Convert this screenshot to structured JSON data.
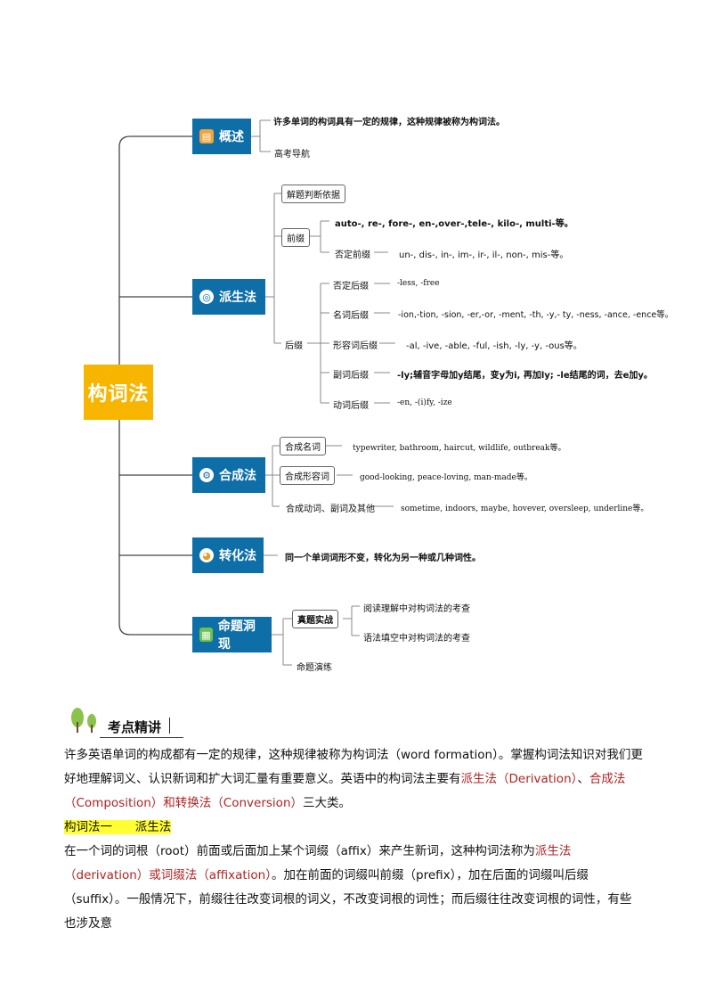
{
  "mindmap": {
    "root": "构词法",
    "overview": {
      "label": "概述",
      "items": [
        "许多单词的构词具有一定的规律，这种规律被称为构词法。",
        "高考导航"
      ]
    },
    "derivation": {
      "label": "派生法",
      "basis": "解题判断依据",
      "prefix": {
        "label": "前缀",
        "items": [
          "auto-, re-, fore-, en-,over-,tele-, kilo-, multi-等。"
        ],
        "negative_label": "否定前缀",
        "negative_items": "un-, dis-, in-, im-, ir-, il-, non-, mis-等。"
      },
      "suffix": {
        "label": "后缀",
        "rows": [
          {
            "label": "否定后缀",
            "value": "-less, -free"
          },
          {
            "label": "名词后缀",
            "value": "-ion,-tion, -sion, -er,-or, -ment, -th, -y,- ty, -ness, -ance, -ence等。"
          },
          {
            "label": "形容词后缀",
            "value": "-al, -ive, -able, -ful, -ish, -ly, -y, -ous等。"
          },
          {
            "label": "副词后缀",
            "value": "-ly;辅音字母加y结尾，变y为i, 再加ly; -le结尾的词，去e加y。"
          },
          {
            "label": "动词后缀",
            "value": "-en, -(i)fy, -ize"
          }
        ]
      }
    },
    "composition": {
      "label": "合成法",
      "rows": [
        {
          "label": "合成名词",
          "value": "typewriter, bathroom, haircut, wildlife, outbreak等。"
        },
        {
          "label": "合成形容词",
          "value": "good-looking, peace-loving, man-made等。"
        },
        {
          "label": "合成动词、副词及其他",
          "value": "sometime, indoors, maybe, hovever, oversleep, underline等。"
        }
      ]
    },
    "conversion": {
      "label": "转化法",
      "value": "同一个单词词形不变，转化为另一种或几种词性。"
    },
    "exam": {
      "label": "命题洞现",
      "practice": "真题实战",
      "practice_items": [
        "阅读理解中对构词法的考查",
        "语法填空中对构词法的考查"
      ],
      "drill": "命题演练"
    }
  },
  "section_heading": "考点精讲",
  "paragraphs": {
    "p1_a": "许多英语单词的构成都有一定的规律，这种规律被称为构词法（word formation）。掌握构词法知识对我们更好地理解词义、认识新词和扩大词汇量有重要意义。英语中的构词法主要有",
    "p1_red1": "派生法（Derivation）",
    "p1_b": "、",
    "p1_red2": "合成法（Composition）和转换法（Conversion）",
    "p1_c": "三大类。",
    "highlight": "构词法一      派生法",
    "p2_a": "在一个词的词根（root）前面或后面加上某个词缀（affix）来产生新词，这种构词法称为",
    "p2_red": "派生法（derivation）或词缀法（affixation）",
    "p2_b": "。加在前面的词缀叫前缀（prefix），加在后面的词缀叫后缀（suffix）。一般情况下，前缀往往改变词根的词义，不改变词根的词性；而后缀往往改变词根的词性，有些也涉及意"
  }
}
